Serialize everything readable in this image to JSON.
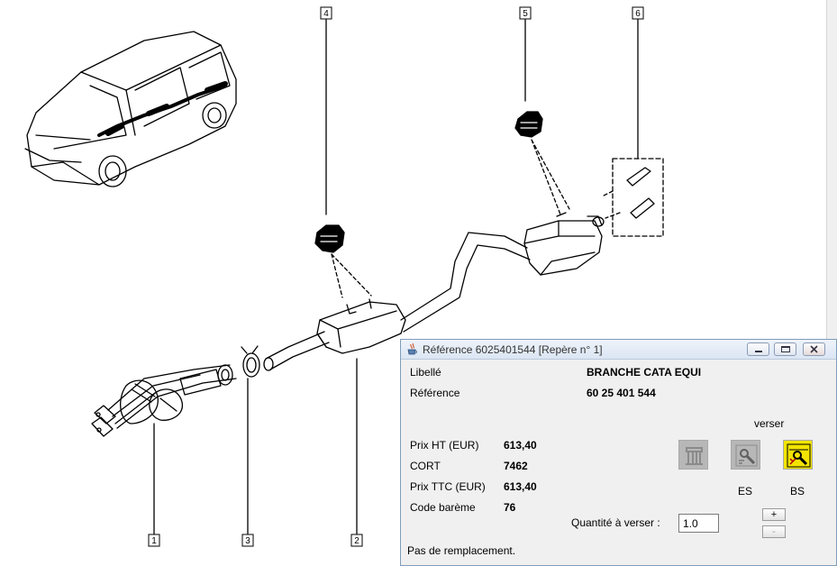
{
  "diagram": {
    "callouts": [
      "1",
      "2",
      "3",
      "4",
      "5",
      "6"
    ]
  },
  "window": {
    "title": "Référence 6025401544 [Repère n° 1]",
    "icon": "java-cup-icon"
  },
  "details": {
    "libelle_label": "Libellé",
    "libelle_value": "BRANCHE CATA EQUI",
    "reference_label": "Référence",
    "reference_value": "60 25 401 544",
    "prix_ht_label": "Prix HT (EUR)",
    "prix_ht_value": "613,40",
    "cort_label": "CORT",
    "cort_value": "7462",
    "prix_ttc_label": "Prix TTC (EUR)",
    "prix_ttc_value": "613,40",
    "code_bareme_label": "Code barème",
    "code_bareme_value": "76"
  },
  "verser": {
    "heading": "verser",
    "options": [
      {
        "label": "",
        "icon": "columns-icon",
        "enabled": false
      },
      {
        "label": "ES",
        "icon": "wrench-gear-icon",
        "enabled": false
      },
      {
        "label": "BS",
        "icon": "wrench-warning-icon",
        "enabled": true
      }
    ],
    "quantity_label": "Quantité à verser :",
    "quantity_value": "1.0",
    "increment_label": "+",
    "decrement_label": "-"
  },
  "footer_note": "Pas de remplacement.",
  "colors": {
    "titlebar": "#dbe6f4",
    "window_bg": "#f0f0f0",
    "bs_tile": "#f2e400"
  }
}
